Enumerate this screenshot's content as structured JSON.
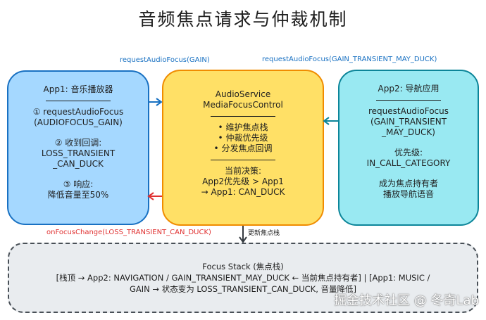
{
  "title": "音频焦点请求与仲裁机制",
  "edges": {
    "app1_to_service": "requestAudioFocus(GAIN)",
    "app2_to_service": "requestAudioFocus(GAIN_TRANSIENT_MAY_DUCK)",
    "service_to_app1": "onFocusChange(LOSS_TRANSIENT_CAN_DUCK)",
    "service_to_stack": "更新焦点栈"
  },
  "app1": {
    "heading": "App1: 音乐播放器",
    "step1_line1": "① requestAudioFocus",
    "step1_line2": "(AUDIOFOCUS_GAIN)",
    "step2_line1": "② 收到回调:",
    "step2_line2": "LOSS_TRANSIENT",
    "step2_line3": "_CAN_DUCK",
    "step3_line1": "③ 响应:",
    "step3_line2": "降低音量至50%"
  },
  "service": {
    "heading_line1": "AudioService",
    "heading_line2": "MediaFocusControl",
    "bullets": [
      "• 维护焦点栈",
      "• 仲裁优先级",
      "• 分发焦点回调"
    ],
    "decision_line1": "当前决策:",
    "decision_line2": "App2优先级 > App1",
    "decision_line3": "→ App1: CAN_DUCK"
  },
  "app2": {
    "heading": "App2: 导航应用",
    "req_line1": "requestAudioFocus",
    "req_line2": "(GAIN_TRANSIENT",
    "req_line3": "_MAY_DUCK)",
    "priority_line1": "优先级:",
    "priority_line2": "IN_CALL_CATEGORY",
    "result_line1": "成为焦点持有者",
    "result_line2": "播放导航语音"
  },
  "focus_stack": {
    "title": "Focus Stack (焦点栈)",
    "line1": "[栈顶 → App2: NAVIGATION / GAIN_TRANSIENT_MAY_DUCK ← 当前焦点持有者] | [App1: MUSIC /",
    "line2": "GAIN → 状态变为 LOSS_TRANSIENT_CAN_DUCK, 音量降低]"
  },
  "watermark": "掘金技术社区 @ 冬奇Lab",
  "colors": {
    "app1_fill": "#a5d8ff",
    "app1_stroke": "#1971c2",
    "service_fill": "#ffe066",
    "service_stroke": "#f08c00",
    "app2_fill": "#99e9f2",
    "app2_stroke": "#0c8599",
    "stack_fill": "#e9ecef",
    "stack_stroke": "#495057",
    "request_arrow": "#1971c2",
    "callback_arrow": "#e03131"
  }
}
